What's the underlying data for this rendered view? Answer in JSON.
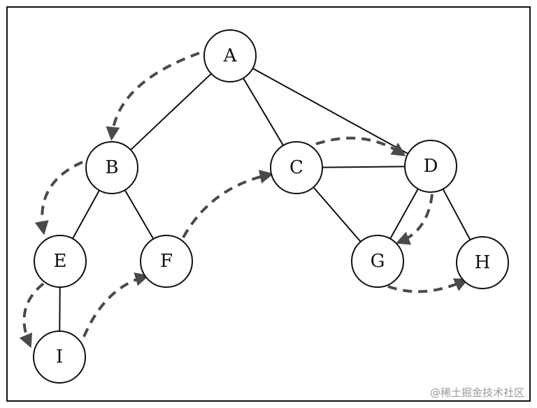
{
  "nodes": [
    {
      "id": "A",
      "label": "A"
    },
    {
      "id": "B",
      "label": "B"
    },
    {
      "id": "C",
      "label": "C"
    },
    {
      "id": "D",
      "label": "D"
    },
    {
      "id": "E",
      "label": "E"
    },
    {
      "id": "F",
      "label": "F"
    },
    {
      "id": "G",
      "label": "G"
    },
    {
      "id": "H",
      "label": "H"
    },
    {
      "id": "I",
      "label": "I"
    }
  ],
  "edges": [
    [
      "A",
      "B"
    ],
    [
      "A",
      "C"
    ],
    [
      "A",
      "D"
    ],
    [
      "B",
      "E"
    ],
    [
      "B",
      "F"
    ],
    [
      "C",
      "D"
    ],
    [
      "C",
      "G"
    ],
    [
      "D",
      "G"
    ],
    [
      "D",
      "H"
    ],
    [
      "E",
      "I"
    ]
  ],
  "traversal": [
    [
      "A",
      "B"
    ],
    [
      "B",
      "E"
    ],
    [
      "E",
      "I"
    ],
    [
      "I",
      "F"
    ],
    [
      "F",
      "C"
    ],
    [
      "C",
      "D"
    ],
    [
      "D",
      "G"
    ],
    [
      "G",
      "H"
    ]
  ],
  "colors": {
    "edge": "#111111",
    "traversal": "#4a4a4a",
    "watermark": "#9a9a9a"
  },
  "watermark": "@稀土掘金技术社区"
}
